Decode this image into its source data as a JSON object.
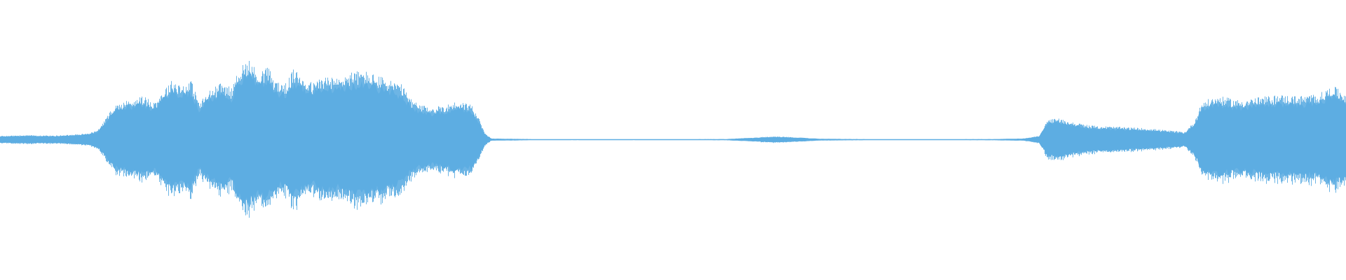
{
  "waveform": {
    "color": "#5DADE2",
    "background": "#FFFFFF",
    "amplitude_profile": [
      [
        0.0,
        0.03
      ],
      [
        0.02,
        0.035
      ],
      [
        0.04,
        0.032
      ],
      [
        0.055,
        0.04
      ],
      [
        0.065,
        0.05
      ],
      [
        0.072,
        0.07
      ],
      [
        0.078,
        0.16
      ],
      [
        0.085,
        0.27
      ],
      [
        0.095,
        0.31
      ],
      [
        0.105,
        0.34
      ],
      [
        0.115,
        0.3
      ],
      [
        0.122,
        0.4
      ],
      [
        0.128,
        0.47
      ],
      [
        0.135,
        0.43
      ],
      [
        0.142,
        0.46
      ],
      [
        0.148,
        0.29
      ],
      [
        0.155,
        0.38
      ],
      [
        0.165,
        0.45
      ],
      [
        0.172,
        0.4
      ],
      [
        0.178,
        0.58
      ],
      [
        0.185,
        0.62
      ],
      [
        0.192,
        0.52
      ],
      [
        0.198,
        0.58
      ],
      [
        0.205,
        0.46
      ],
      [
        0.212,
        0.44
      ],
      [
        0.218,
        0.55
      ],
      [
        0.225,
        0.5
      ],
      [
        0.232,
        0.44
      ],
      [
        0.24,
        0.5
      ],
      [
        0.25,
        0.48
      ],
      [
        0.26,
        0.53
      ],
      [
        0.27,
        0.54
      ],
      [
        0.28,
        0.5
      ],
      [
        0.29,
        0.47
      ],
      [
        0.298,
        0.43
      ],
      [
        0.305,
        0.32
      ],
      [
        0.312,
        0.27
      ],
      [
        0.32,
        0.25
      ],
      [
        0.33,
        0.27
      ],
      [
        0.34,
        0.3
      ],
      [
        0.35,
        0.28
      ],
      [
        0.355,
        0.18
      ],
      [
        0.36,
        0.05
      ],
      [
        0.365,
        0.01
      ],
      [
        0.4,
        0.005
      ],
      [
        0.45,
        0.005
      ],
      [
        0.5,
        0.005
      ],
      [
        0.54,
        0.006
      ],
      [
        0.555,
        0.015
      ],
      [
        0.575,
        0.025
      ],
      [
        0.595,
        0.018
      ],
      [
        0.61,
        0.008
      ],
      [
        0.65,
        0.005
      ],
      [
        0.7,
        0.005
      ],
      [
        0.74,
        0.006
      ],
      [
        0.76,
        0.01
      ],
      [
        0.772,
        0.03
      ],
      [
        0.778,
        0.15
      ],
      [
        0.785,
        0.17
      ],
      [
        0.795,
        0.14
      ],
      [
        0.81,
        0.11
      ],
      [
        0.83,
        0.1
      ],
      [
        0.85,
        0.09
      ],
      [
        0.87,
        0.07
      ],
      [
        0.88,
        0.06
      ],
      [
        0.887,
        0.14
      ],
      [
        0.893,
        0.3
      ],
      [
        0.905,
        0.34
      ],
      [
        0.92,
        0.31
      ],
      [
        0.935,
        0.33
      ],
      [
        0.95,
        0.35
      ],
      [
        0.965,
        0.34
      ],
      [
        0.98,
        0.36
      ],
      [
        0.99,
        0.42
      ],
      [
        1.0,
        0.36
      ]
    ]
  }
}
